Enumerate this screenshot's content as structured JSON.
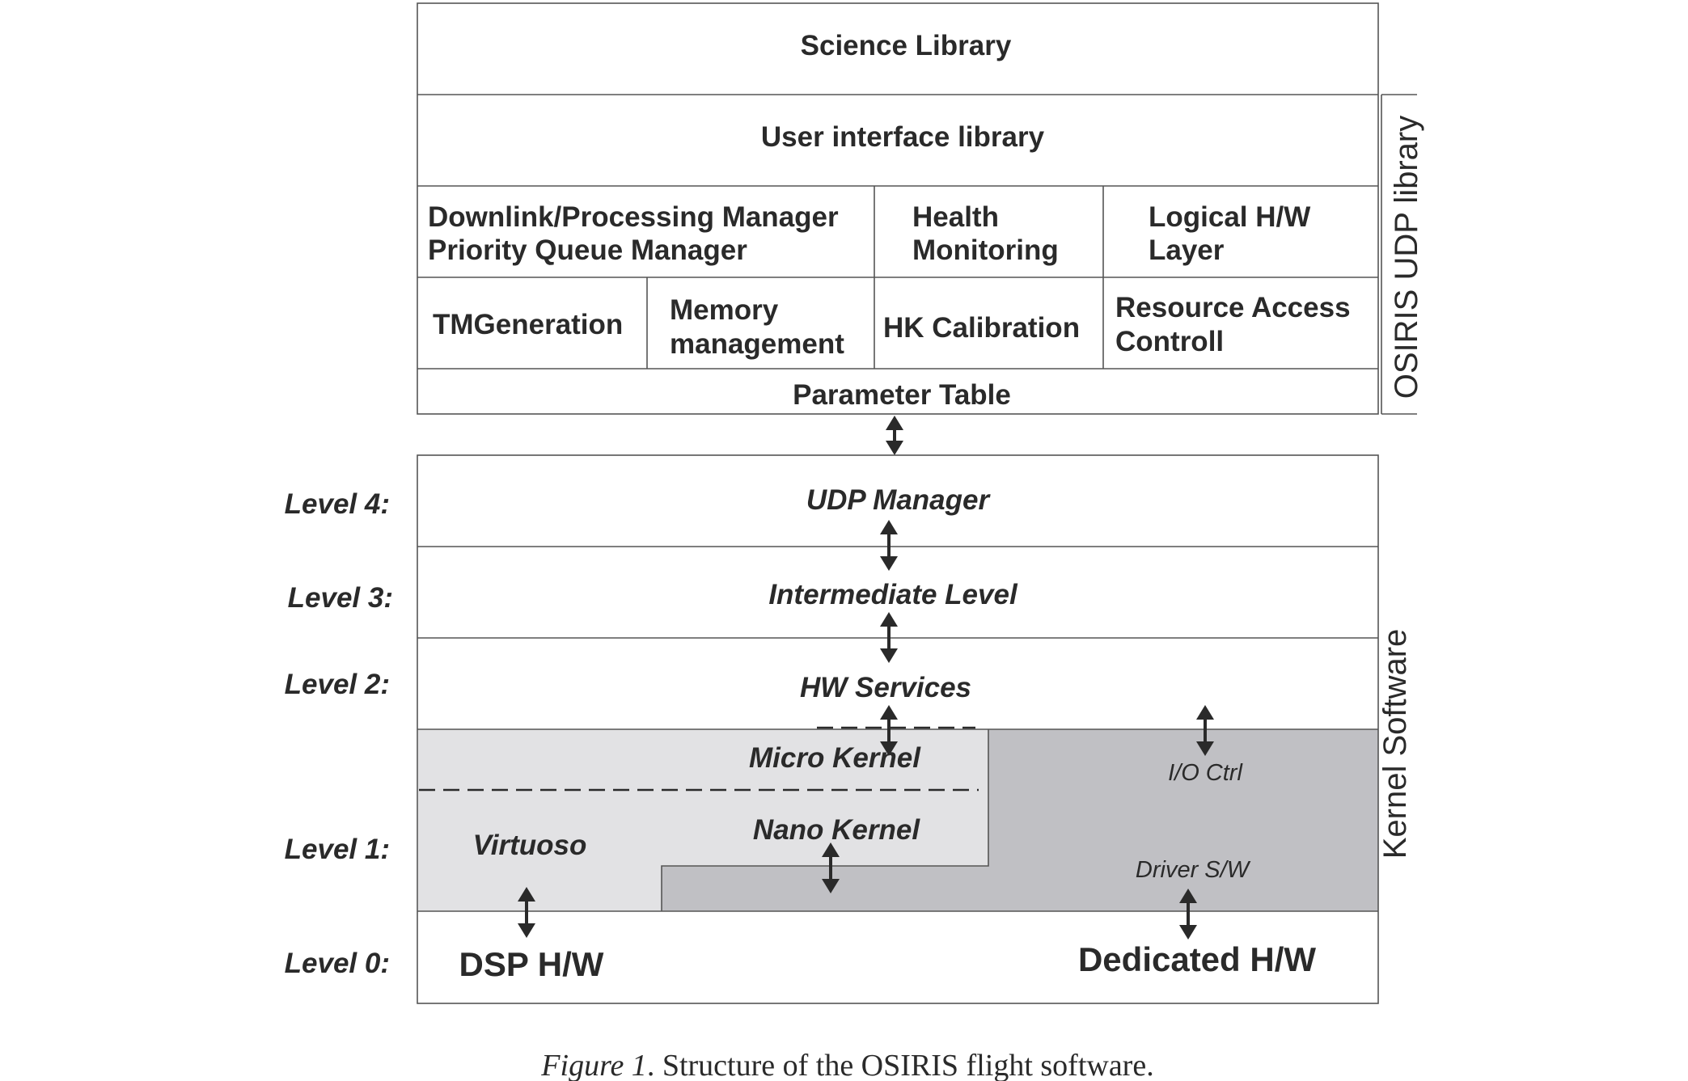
{
  "udp_library": {
    "side_label": "OSIRIS UDP library",
    "science_library": "Science Library",
    "user_interface_library": "User interface library",
    "downlink_manager": [
      "Downlink/Processing Manager",
      "Priority Queue Manager"
    ],
    "health_monitoring": [
      "Health",
      "Monitoring"
    ],
    "logical_hw_layer": [
      "Logical H/W",
      "Layer"
    ],
    "tm_generation": "TMGeneration",
    "memory_management": [
      "Memory",
      "management"
    ],
    "hk_calibration": "HK Calibration",
    "resource_access": [
      "Resource Access",
      "Controll"
    ],
    "parameter_table": "Parameter Table"
  },
  "kernel": {
    "side_label": "Kernel Software",
    "levels": {
      "level4": "Level 4:",
      "level3": "Level 3:",
      "level2": "Level 2:",
      "level1": "Level 1:",
      "level0": "Level 0:"
    },
    "udp_manager": "UDP Manager",
    "intermediate_level": "Intermediate Level",
    "hw_services": "HW Services",
    "micro_kernel": "Micro Kernel",
    "nano_kernel": "Nano Kernel",
    "virtuoso": "Virtuoso",
    "io_ctrl": "I/O Ctrl",
    "driver_sw": "Driver S/W",
    "dsp_hw": "DSP H/W",
    "dedicated_hw": "Dedicated H/W"
  },
  "caption": {
    "figure_label": "Figure 1",
    "text": ". Structure of the OSIRIS flight software."
  },
  "colors": {
    "light_fill": "#e2e2e4",
    "dark_fill": "#c0c0c4",
    "line": "#555555",
    "text": "#2a2a2a"
  }
}
